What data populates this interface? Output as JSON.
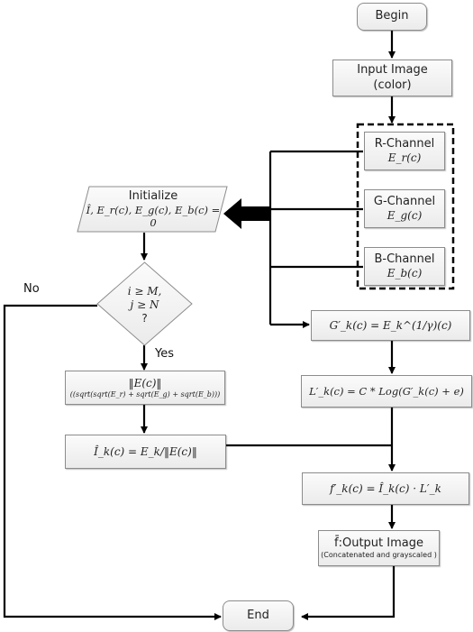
{
  "nodes": {
    "begin": "Begin",
    "input_image": [
      "Input Image",
      "(color)"
    ],
    "r_channel": [
      "R-Channel",
      "E_r(c)"
    ],
    "g_channel": [
      "G-Channel",
      "E_g(c)"
    ],
    "b_channel": [
      "B-Channel",
      "E_b(c)"
    ],
    "initialize": [
      "Initialize",
      "Î, E_r(c), E_g(c), E_b(c) = 0"
    ],
    "decision": [
      "i ≥ M,",
      "j ≥ N",
      "?"
    ],
    "norm": [
      "‖E(c)‖",
      "((sqrt(sqrt(E_r) + sqrt(E_g) + sqrt(E_b)))"
    ],
    "normalize": "Î_k(c) = E_k/‖E(c)‖",
    "gamma": "G′_k(c) = E_k^(1/γ)(c)",
    "log": "L′_k(c) = C * Log(G′_k(c) + e)",
    "product": "f′_k(c) = Î_k(c) · L′_k",
    "output": [
      "f̄:Output Image",
      "(Concatenated and grayscaled )"
    ],
    "end": "End"
  },
  "edge_labels": {
    "yes": "Yes",
    "no": "No"
  },
  "colors": {
    "node_fill": "#f1f1f1",
    "node_border": "#8c8c8c",
    "line": "#000000",
    "text": "#222222"
  }
}
